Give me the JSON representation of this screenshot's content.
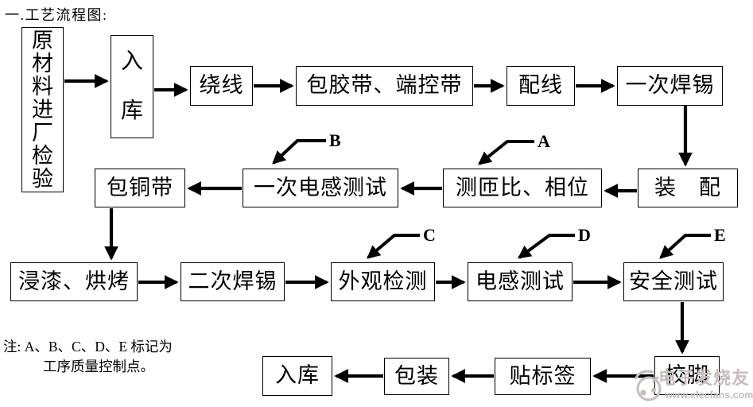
{
  "title": "一.工艺流程图:",
  "note": {
    "line1": "注:  A、B、C、D、E 标记为",
    "line2": "工序质量控制点。"
  },
  "boxes": [
    {
      "id": "raw-material-inspection",
      "label": "原材料进厂检验"
    },
    {
      "id": "warehouse-in-top",
      "label": "入库"
    },
    {
      "id": "winding",
      "label": "绕线"
    },
    {
      "id": "taping",
      "label": "包胶带、端控带"
    },
    {
      "id": "wiring",
      "label": "配线"
    },
    {
      "id": "first-soldering",
      "label": "一次焊锡"
    },
    {
      "id": "assembly",
      "label": "装　配"
    },
    {
      "id": "turns-ratio-phase-test",
      "label": "测匝比、相位"
    },
    {
      "id": "first-inductance-test",
      "label": "一次电感测试"
    },
    {
      "id": "copper-tape-wrapping",
      "label": "包铜带"
    },
    {
      "id": "dip-paint-baking",
      "label": "浸漆、烘烤"
    },
    {
      "id": "second-soldering",
      "label": "二次焊锡"
    },
    {
      "id": "visual-inspection",
      "label": "外观检测"
    },
    {
      "id": "inductance-test",
      "label": "电感测试"
    },
    {
      "id": "safety-test",
      "label": "安全测试"
    },
    {
      "id": "pin-correction",
      "label": "校脚"
    },
    {
      "id": "labeling",
      "label": "贴标签"
    },
    {
      "id": "packing",
      "label": "包装"
    },
    {
      "id": "warehouse-in-bottom",
      "label": "入库"
    }
  ],
  "control_points": [
    {
      "label": "A",
      "marks": "turns-ratio-phase-test"
    },
    {
      "label": "B",
      "marks": "first-inductance-test"
    },
    {
      "label": "C",
      "marks": "visual-inspection"
    },
    {
      "label": "D",
      "marks": "inductance-test"
    },
    {
      "label": "E",
      "marks": "safety-test"
    }
  ],
  "edges": [
    [
      "raw-material-inspection",
      "warehouse-in-top"
    ],
    [
      "warehouse-in-top",
      "winding"
    ],
    [
      "winding",
      "taping"
    ],
    [
      "taping",
      "wiring"
    ],
    [
      "wiring",
      "first-soldering"
    ],
    [
      "first-soldering",
      "assembly"
    ],
    [
      "assembly",
      "turns-ratio-phase-test"
    ],
    [
      "turns-ratio-phase-test",
      "first-inductance-test"
    ],
    [
      "first-inductance-test",
      "copper-tape-wrapping"
    ],
    [
      "copper-tape-wrapping",
      "dip-paint-baking"
    ],
    [
      "dip-paint-baking",
      "second-soldering"
    ],
    [
      "second-soldering",
      "visual-inspection"
    ],
    [
      "visual-inspection",
      "inductance-test"
    ],
    [
      "inductance-test",
      "safety-test"
    ],
    [
      "safety-test",
      "pin-correction"
    ],
    [
      "pin-correction",
      "labeling"
    ],
    [
      "labeling",
      "packing"
    ],
    [
      "packing",
      "warehouse-in-bottom"
    ]
  ],
  "watermark": {
    "brand": "电子发烧友",
    "url": "www.elecfans.com",
    "color": "#c7bdbd"
  },
  "colors": {
    "line": "#000000",
    "background": "#ffffff"
  }
}
